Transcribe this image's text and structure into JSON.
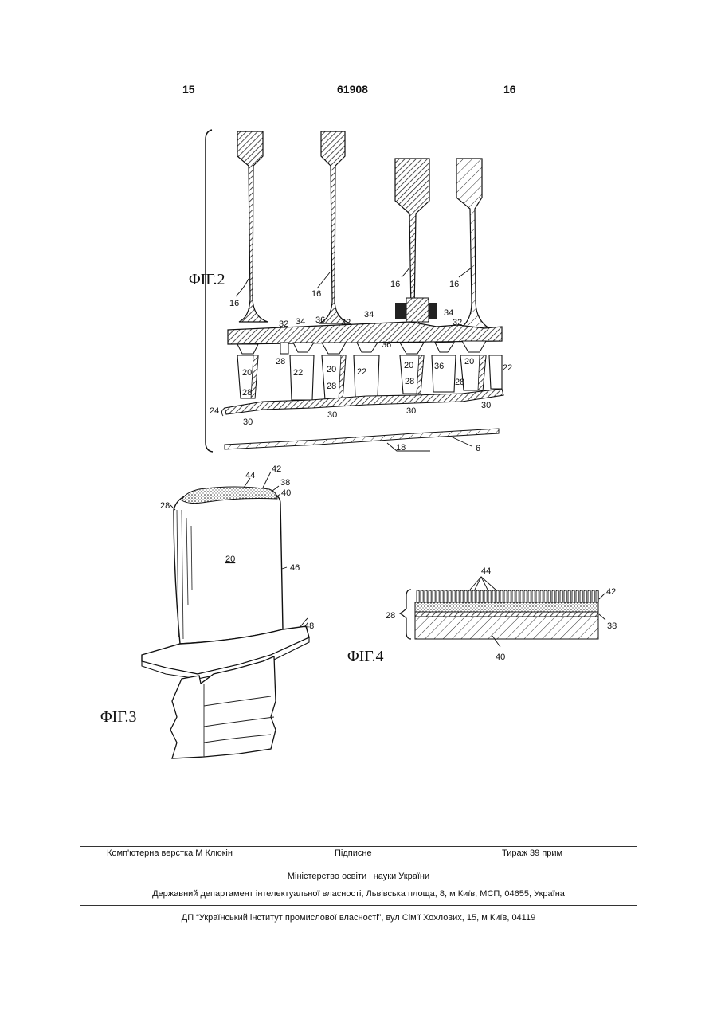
{
  "header": {
    "left_page": "15",
    "doc_number": "61908",
    "right_page": "16"
  },
  "fig2": {
    "caption": "ΦΙΓ.2",
    "labels": [
      "16",
      "16",
      "16",
      "16",
      "32",
      "34",
      "36",
      "32",
      "34",
      "36",
      "34",
      "32",
      "28",
      "22",
      "20",
      "28",
      "20",
      "36",
      "22",
      "28",
      "20",
      "28",
      "20",
      "28",
      "22",
      "24",
      "30",
      "30",
      "30",
      "30",
      "18",
      "6"
    ]
  },
  "fig3": {
    "caption": "ΦΙΓ.3",
    "labels": [
      "44",
      "42",
      "38",
      "40",
      "28",
      "20",
      "46",
      "48"
    ]
  },
  "fig4": {
    "caption": "ΦΙΓ.4",
    "labels": [
      "44",
      "42",
      "28",
      "38",
      "40"
    ]
  },
  "footer": {
    "typesetting": "Комп'ютерна верстка М  Клюкін",
    "signed": "Підписне",
    "circulation": "Тираж 39 прим",
    "ministry": "Міністерство освіти і науки України",
    "department": "Державний департамент інтелектуальної власності, Львівська площа, 8, м  Київ, МСП, 04655, Україна",
    "institute": "ДП “Український інститут промислової власності”, вул  Сім'ї Хохлових, 15, м  Київ, 04119"
  }
}
